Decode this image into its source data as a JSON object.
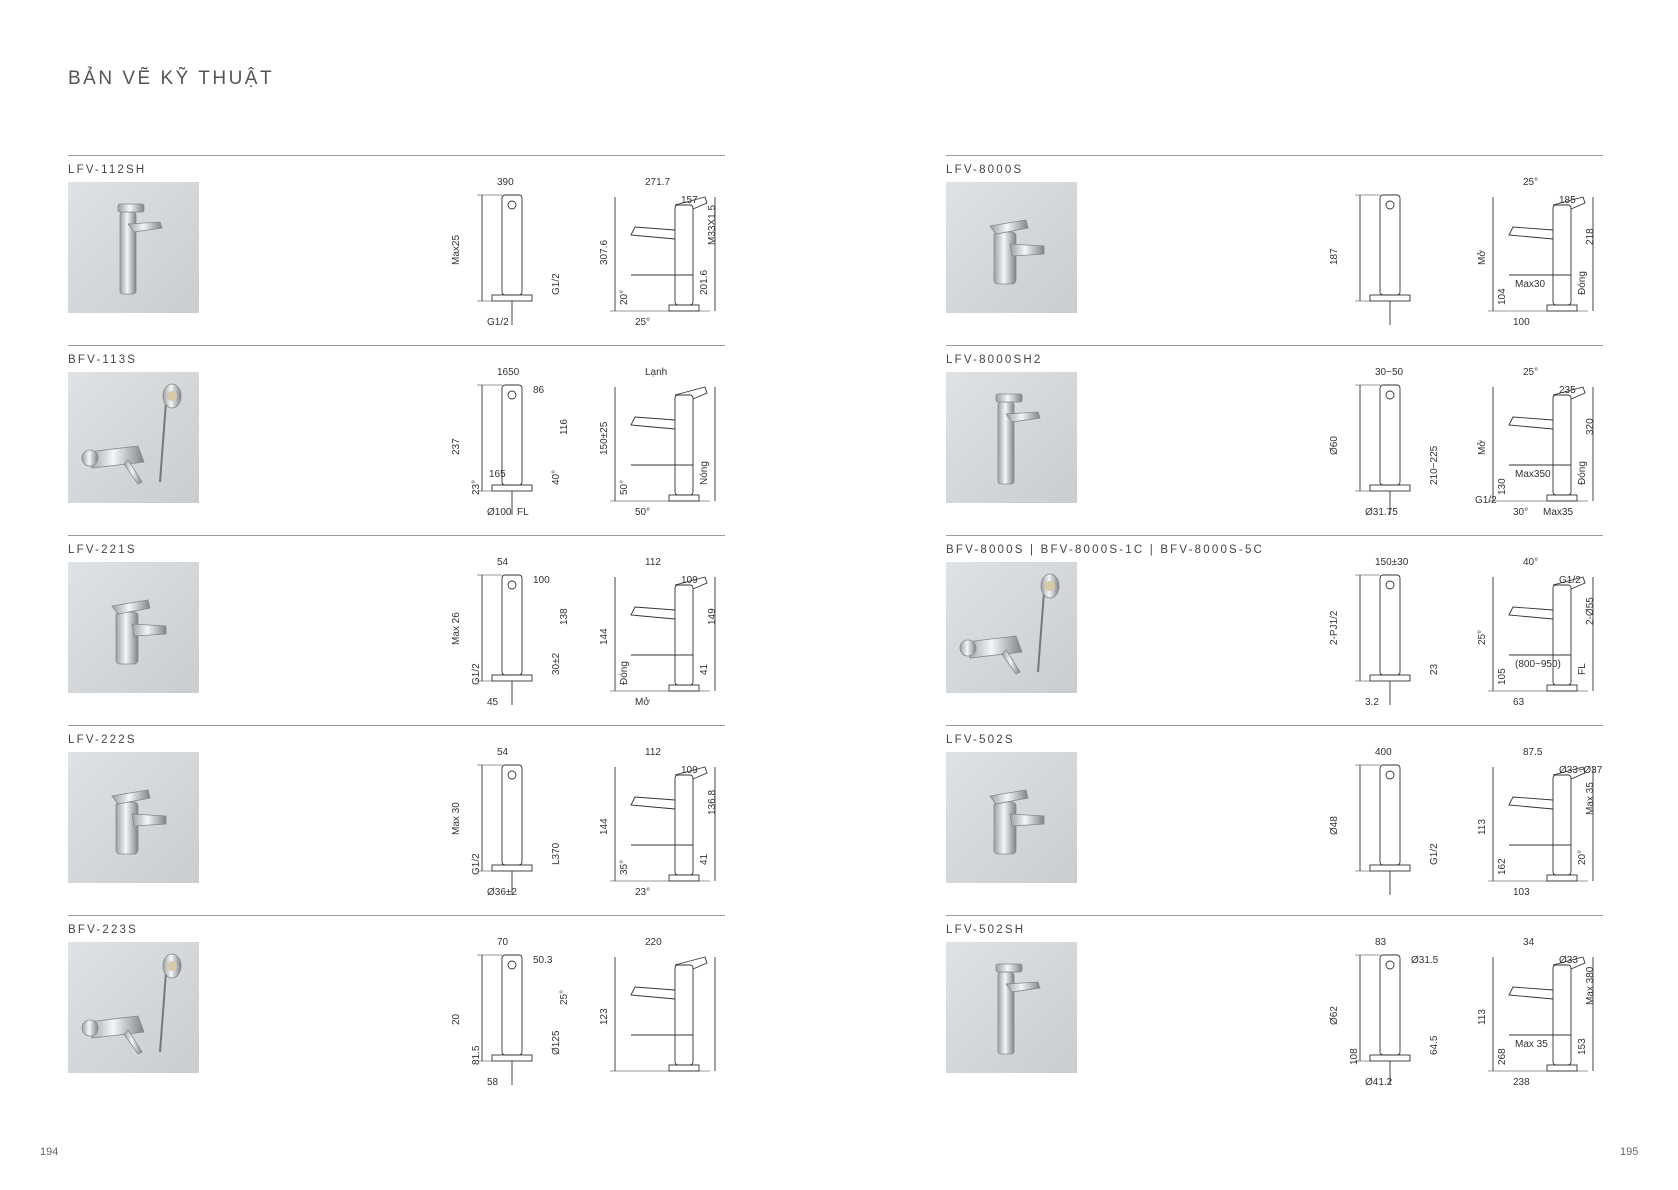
{
  "page_title": "BẢN VẼ KỸ THUẬT",
  "page_numbers": {
    "left": "194",
    "right": "195"
  },
  "left": [
    {
      "name": "LFV-112SH",
      "drawings": [
        {
          "labels": [
            "Max25",
            "390",
            "G1/2",
            "G1/2"
          ]
        },
        {
          "labels": [
            "307.6",
            "271.7",
            "201.6",
            "25°",
            "20°",
            "157",
            "M33X1.5"
          ]
        }
      ]
    },
    {
      "name": "BFV-113S",
      "drawings": [
        {
          "labels": [
            "237",
            "1650",
            "40°",
            "Ø100",
            "23°",
            "86",
            "116",
            "165",
            "FL"
          ]
        },
        {
          "labels": [
            "150±25",
            "Lạnh",
            "Nóng",
            "50°",
            "50°"
          ]
        }
      ]
    },
    {
      "name": "LFV-221S",
      "drawings": [
        {
          "labels": [
            "Max 26",
            "54",
            "30±2",
            "45",
            "G1/2",
            "100",
            "138"
          ]
        },
        {
          "labels": [
            "144",
            "112",
            "41",
            "Mở",
            "Đóng",
            "109",
            "149"
          ]
        }
      ]
    },
    {
      "name": "LFV-222S",
      "drawings": [
        {
          "labels": [
            "Max 30",
            "54",
            "L370",
            "Ø36±2",
            "G1/2"
          ]
        },
        {
          "labels": [
            "144",
            "112",
            "41",
            "23°",
            "35°",
            "109",
            "136.8"
          ]
        }
      ]
    },
    {
      "name": "BFV-223S",
      "drawings": [
        {
          "labels": [
            "20",
            "70",
            "Ø125",
            "58",
            "81.5",
            "50.3",
            "25°"
          ]
        },
        {
          "labels": [
            "123",
            "220"
          ]
        }
      ]
    }
  ],
  "right": [
    {
      "name": "LFV-8000S",
      "drawings": [
        {
          "labels": [
            "187"
          ]
        },
        {
          "labels": [
            "Mở",
            "25°",
            "Đóng",
            "100",
            "104",
            "185",
            "218",
            "Max30"
          ]
        }
      ]
    },
    {
      "name": "LFV-8000SH2",
      "drawings": [
        {
          "labels": [
            "Ø60",
            "30~50",
            "210~225",
            "Ø31.75"
          ]
        },
        {
          "labels": [
            "Mở",
            "25°",
            "Đóng",
            "30°",
            "130",
            "235",
            "320",
            "Max350",
            "Max35",
            "G1/2"
          ]
        }
      ]
    },
    {
      "name": "BFV-8000S | BFV-8000S-1C | BFV-8000S-5C",
      "drawings": [
        {
          "labels": [
            "2-PJ1/2",
            "150±30",
            "23",
            "3.2"
          ]
        },
        {
          "labels": [
            "25°",
            "40°",
            "FL",
            "63",
            "105",
            "G1/2",
            "2-Ø55",
            "(800~950)"
          ]
        }
      ]
    },
    {
      "name": "LFV-502S",
      "drawings": [
        {
          "labels": [
            "Ø48",
            "400",
            "G1/2"
          ]
        },
        {
          "labels": [
            "113",
            "87.5",
            "20°",
            "103",
            "162",
            "Ø33÷Ø37",
            "Max 35"
          ]
        }
      ]
    },
    {
      "name": "LFV-502SH",
      "drawings": [
        {
          "labels": [
            "Ø62",
            "83",
            "64.5",
            "Ø41.2",
            "108",
            "Ø31.5"
          ]
        },
        {
          "labels": [
            "113",
            "34",
            "153",
            "238",
            "268",
            "Ø33",
            "Max 380",
            "Max 35"
          ]
        }
      ]
    }
  ]
}
